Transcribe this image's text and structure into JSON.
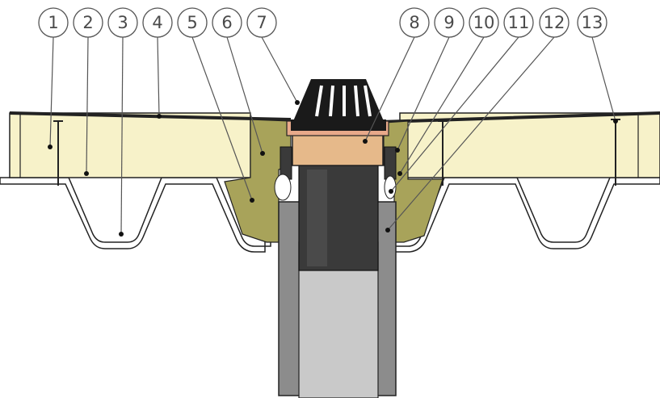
{
  "colors": {
    "insulation": "#f7f2c9",
    "mineral_wool": "#a8a35a",
    "mineral_wool_light": "#bdb86a",
    "deck": "#ffffff",
    "pipe_outer": "#8c8c8c",
    "pipe_inner": "#c9c9c9",
    "pipe_dark": "#3a3a3a",
    "sleeve": "#e6b98a",
    "grate": "#1a1a1a",
    "outline": "#222222",
    "callout": "#555555"
  },
  "callouts": [
    {
      "id": "1",
      "label": "1"
    },
    {
      "id": "2",
      "label": "2"
    },
    {
      "id": "3",
      "label": "3"
    },
    {
      "id": "4",
      "label": "4"
    },
    {
      "id": "5",
      "label": "5"
    },
    {
      "id": "6",
      "label": "6"
    },
    {
      "id": "7",
      "label": "7"
    },
    {
      "id": "8",
      "label": "8"
    },
    {
      "id": "9",
      "label": "9"
    },
    {
      "id": "10",
      "label": "10"
    },
    {
      "id": "11",
      "label": "11"
    },
    {
      "id": "12",
      "label": "12"
    },
    {
      "id": "13",
      "label": "13"
    }
  ],
  "icons": {
    "grate": "leaf-guard-grate-icon"
  }
}
